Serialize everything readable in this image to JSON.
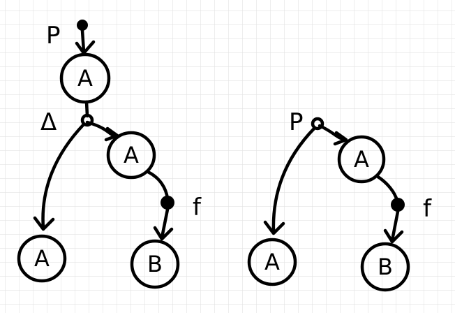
{
  "left_diagram": {
    "pointer_label": "P",
    "delta_label": "Δ",
    "f_label": "f",
    "nodes": [
      "A",
      "A",
      "A",
      "B"
    ]
  },
  "right_diagram": {
    "pointer_label": "P",
    "f_label": "f",
    "nodes": [
      "A",
      "A",
      "B"
    ]
  }
}
